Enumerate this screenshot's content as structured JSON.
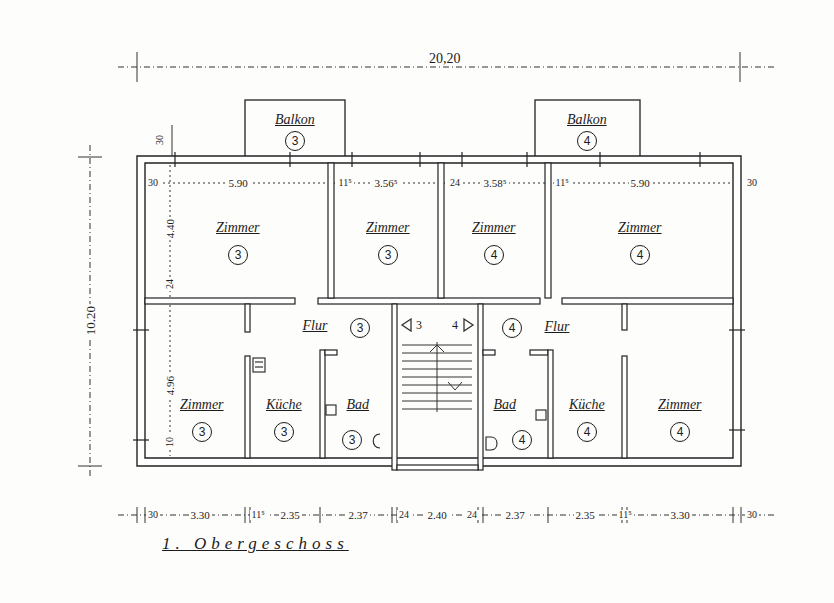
{
  "diagram": {
    "caption": "1. Obergeschoss",
    "nodes": [
      {
        "text": [
          "Balkon"
        ]
      },
      {
        "text": [
          "3"
        ],
        "in": 0
      },
      {
        "text": [
          "Balkon"
        ]
      },
      {
        "text": [
          "4"
        ],
        "in": 2
      },
      {
        "text": [
          "Zimmer"
        ]
      },
      {
        "text": [
          "3"
        ],
        "in": 4
      },
      {
        "text": [
          "Zimmer"
        ]
      },
      {
        "text": [
          "3"
        ],
        "in": 6
      },
      {
        "text": [
          "Zimmer"
        ]
      },
      {
        "text": [
          "4"
        ],
        "in": 8
      },
      {
        "text": [
          "Zimmer"
        ]
      },
      {
        "text": [
          "4"
        ],
        "in": 10
      },
      {
        "text": [
          "Flur"
        ]
      },
      {
        "text": [
          "3"
        ],
        "in": 12
      },
      {
        "text": [
          "Flur"
        ]
      },
      {
        "text": [
          "4"
        ],
        "in": 14
      },
      {
        "text": [
          "Zimmer"
        ]
      },
      {
        "text": [
          "3"
        ],
        "in": 16
      },
      {
        "text": [
          "Küche"
        ]
      },
      {
        "text": [
          "3"
        ],
        "in": 18
      },
      {
        "text": [
          "Bad"
        ]
      },
      {
        "text": [
          "3"
        ],
        "in": 20
      },
      {
        "text": [
          "Bad"
        ]
      },
      {
        "text": [
          "4"
        ],
        "in": 22
      },
      {
        "text": [
          "Küche"
        ]
      },
      {
        "text": [
          "4"
        ],
        "in": 24
      },
      {
        "text": [
          "Zimmer"
        ]
      },
      {
        "text": [
          "4"
        ],
        "in": 26
      }
    ],
    "labels": [
      "20,20",
      "30",
      "30",
      "5.90",
      "11⁵",
      "3.56⁵",
      "24",
      "3.58⁵",
      "11⁵",
      "5.90",
      "30",
      "4.40",
      "24",
      "10.20",
      "4.96",
      "10",
      "3",
      "4",
      "30",
      "3.30",
      "11⁵",
      "2.35",
      "2.37",
      "24",
      "2.40",
      "24",
      "2.37",
      "2.35",
      "11⁵",
      "3.30",
      "30"
    ]
  }
}
